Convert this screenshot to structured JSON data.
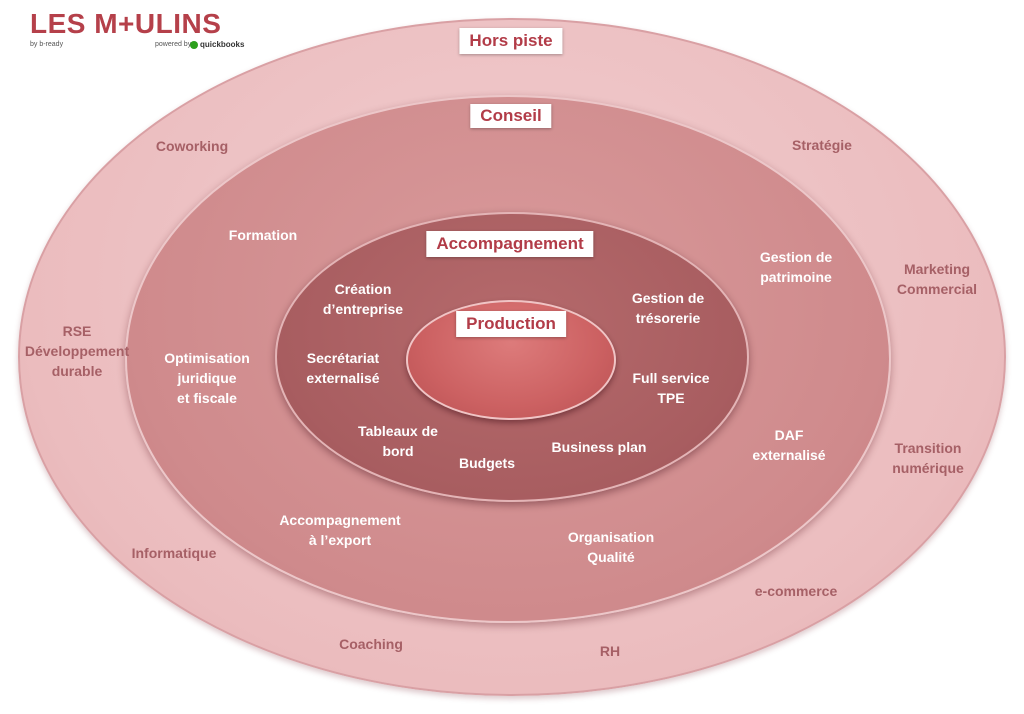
{
  "logo": {
    "text": "LES M+ULINS",
    "by": "by b-ready",
    "powered": "powered by",
    "quickbooks": "quickbooks"
  },
  "layers": {
    "hors_piste": "Hors piste",
    "conseil": "Conseil",
    "accompagnement": "Accompagnement",
    "production": "Production"
  },
  "outer_items": {
    "coworking": "Coworking",
    "strategie": "Stratégie",
    "rse": "RSE\nDéveloppement\ndurable",
    "marketing": "Marketing\nCommercial",
    "transition": "Transition\nnumérique",
    "informatique": "Informatique",
    "ecommerce": "e-commerce",
    "coaching": "Coaching",
    "rh": "RH"
  },
  "conseil_items": {
    "formation": "Formation",
    "gestion_patrimoine": "Gestion de\npatrimoine",
    "optimisation": "Optimisation\njuridique\net fiscale",
    "daf": "DAF\nexternalisé",
    "export": "Accompagnement\nà l’export",
    "qualite": "Organisation\nQualité"
  },
  "accompagnement_items": {
    "creation": "Création\nd’entreprise",
    "tresorerie": "Gestion de\ntrésorerie",
    "secretariat": "Secrétariat\nexternalisé",
    "full_service": "Full service\nTPE",
    "tableaux": "Tableaux de\nbord",
    "budgets": "Budgets",
    "business_plan": "Business plan"
  }
}
